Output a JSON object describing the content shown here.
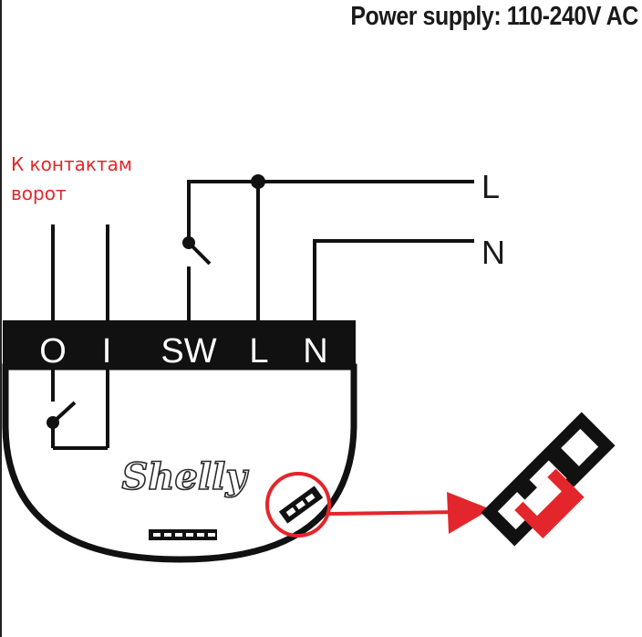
{
  "header": {
    "title": "Power supply: 110-240V AC"
  },
  "note": {
    "line1": "К контактам",
    "line2": "ворот"
  },
  "terminals": [
    "O",
    "I",
    "SW",
    "L",
    "N"
  ],
  "wires": {
    "line": "L",
    "neutral": "N"
  },
  "device": {
    "brand": "Shelly"
  },
  "colors": {
    "ink": "#1a1a1a",
    "accent": "#e3262b",
    "background": "#ffffff"
  }
}
